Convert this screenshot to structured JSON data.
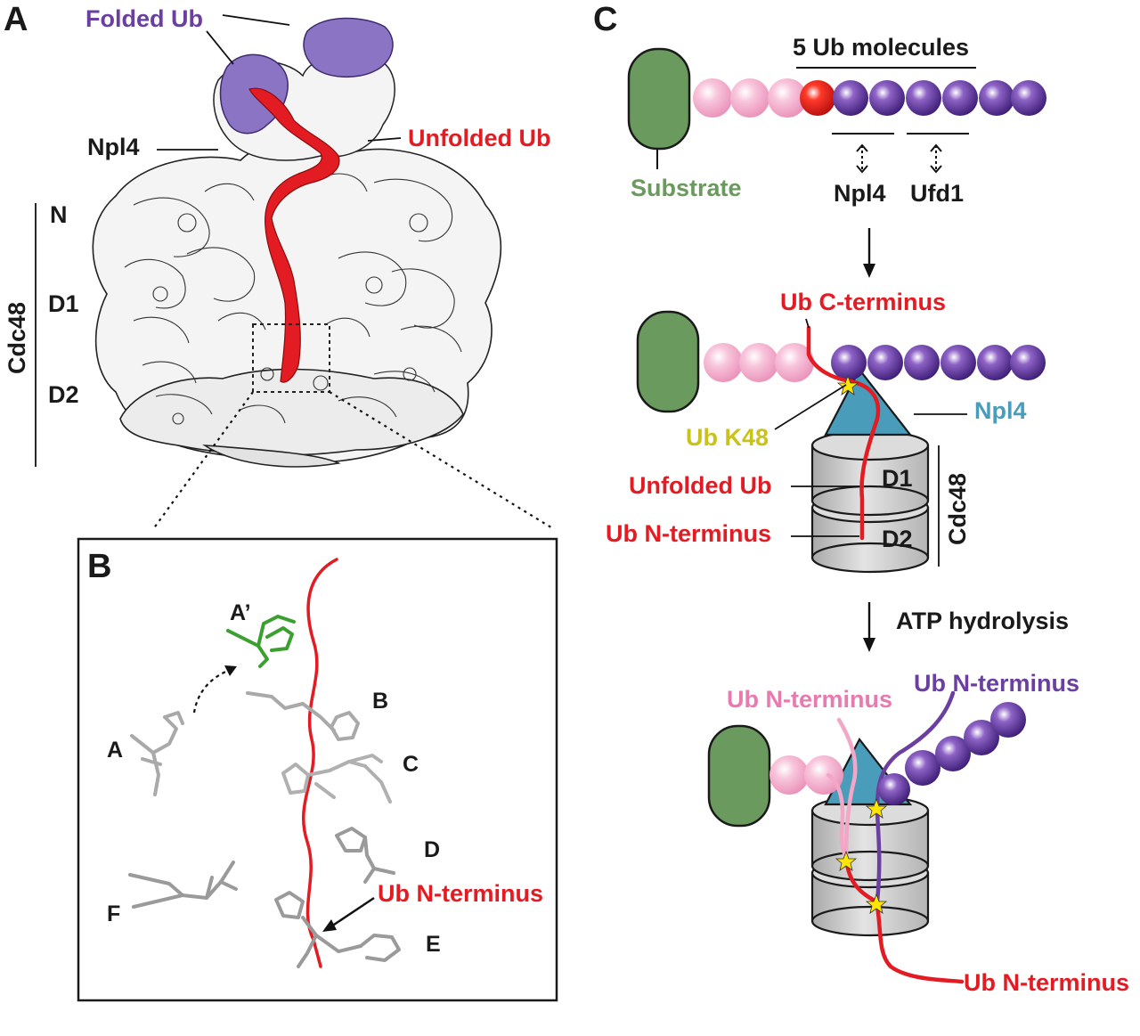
{
  "panel_a": {
    "letter": "A",
    "folded_ub": "Folded Ub",
    "npl4": "Npl4",
    "unfolded_ub": "Unfolded Ub",
    "cdc48": "Cdc48",
    "domain_n": "N",
    "domain_d1": "D1",
    "domain_d2": "D2"
  },
  "panel_b": {
    "letter": "B",
    "residue_a_prime": "A’",
    "residue_a": "A",
    "residue_b": "B",
    "residue_c": "C",
    "residue_d": "D",
    "residue_e": "E",
    "residue_f": "F",
    "ub_n_terminus": "Ub N-terminus"
  },
  "panel_c": {
    "letter": "C",
    "five_ub": "5 Ub molecules",
    "substrate": "Substrate",
    "npl4": "Npl4",
    "ufd1": "Ufd1",
    "ub_c_terminus": "Ub C-terminus",
    "npl4_mid": "Npl4",
    "ub_k48": "Ub K48",
    "unfolded_ub": "Unfolded Ub",
    "ub_n_terminus_mid": "Ub N-terminus",
    "d1": "D1",
    "d2": "D2",
    "cdc48": "Cdc48",
    "atp_hydrolysis": "ATP hydrolysis",
    "ub_n_terminus_pink": "Ub N-terminus",
    "ub_n_terminus_purple": "Ub N-terminus",
    "ub_n_terminus_red": "Ub N-terminus"
  },
  "colors": {
    "red": "#e31b23",
    "purple": "#6b3fa0",
    "green": "#6a9a5e",
    "teal": "#4a9dba",
    "pink": "#f2a7c7",
    "yellow": "#c8c21a",
    "gray": "#cfcfcf"
  }
}
